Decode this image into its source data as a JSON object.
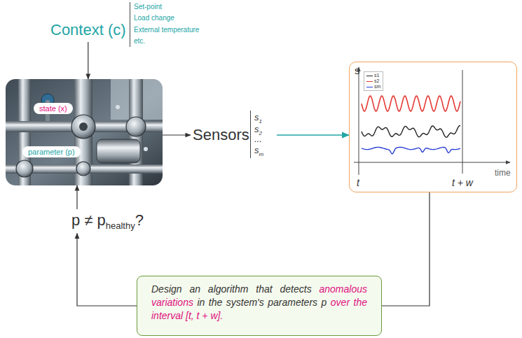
{
  "diagram": {
    "nodes": [
      {
        "text": [
          "Context (c)"
        ]
      },
      {
        "text": []
      },
      {
        "text": [
          "state (x)"
        ],
        "in": 1
      },
      {
        "text": [
          "parameter (p)"
        ],
        "in": 1
      },
      {
        "text": [
          "Sensors"
        ]
      },
      {
        "text": [
          "s",
          "t",
          "t + w",
          "time"
        ]
      },
      {
        "text": [
          "Design an algorithm that detects",
          "anomalous variations",
          "in the system's parameters p",
          "over the interval [t, t + w]."
        ]
      }
    ],
    "edges": [
      {
        "from": 0,
        "to": 1,
        "arrow": "to"
      },
      {
        "from": 1,
        "to": 4,
        "arrow": "to"
      },
      {
        "from": 4,
        "to": 5,
        "arrow": "to"
      },
      {
        "from": 5,
        "to": 6,
        "arrow": "none"
      },
      {
        "from": 6,
        "to": 1,
        "arrow": "to"
      }
    ],
    "labels": [
      "Set-point",
      "Load change",
      "External temperature",
      "etc.",
      "s",
      "1",
      "s",
      "2",
      "...",
      "s",
      "m",
      "p ≠ p",
      "healthy",
      "?"
    ],
    "legend": [
      {
        "text": "s1"
      },
      {
        "text": "s2"
      },
      {
        "text": "sm"
      }
    ]
  }
}
